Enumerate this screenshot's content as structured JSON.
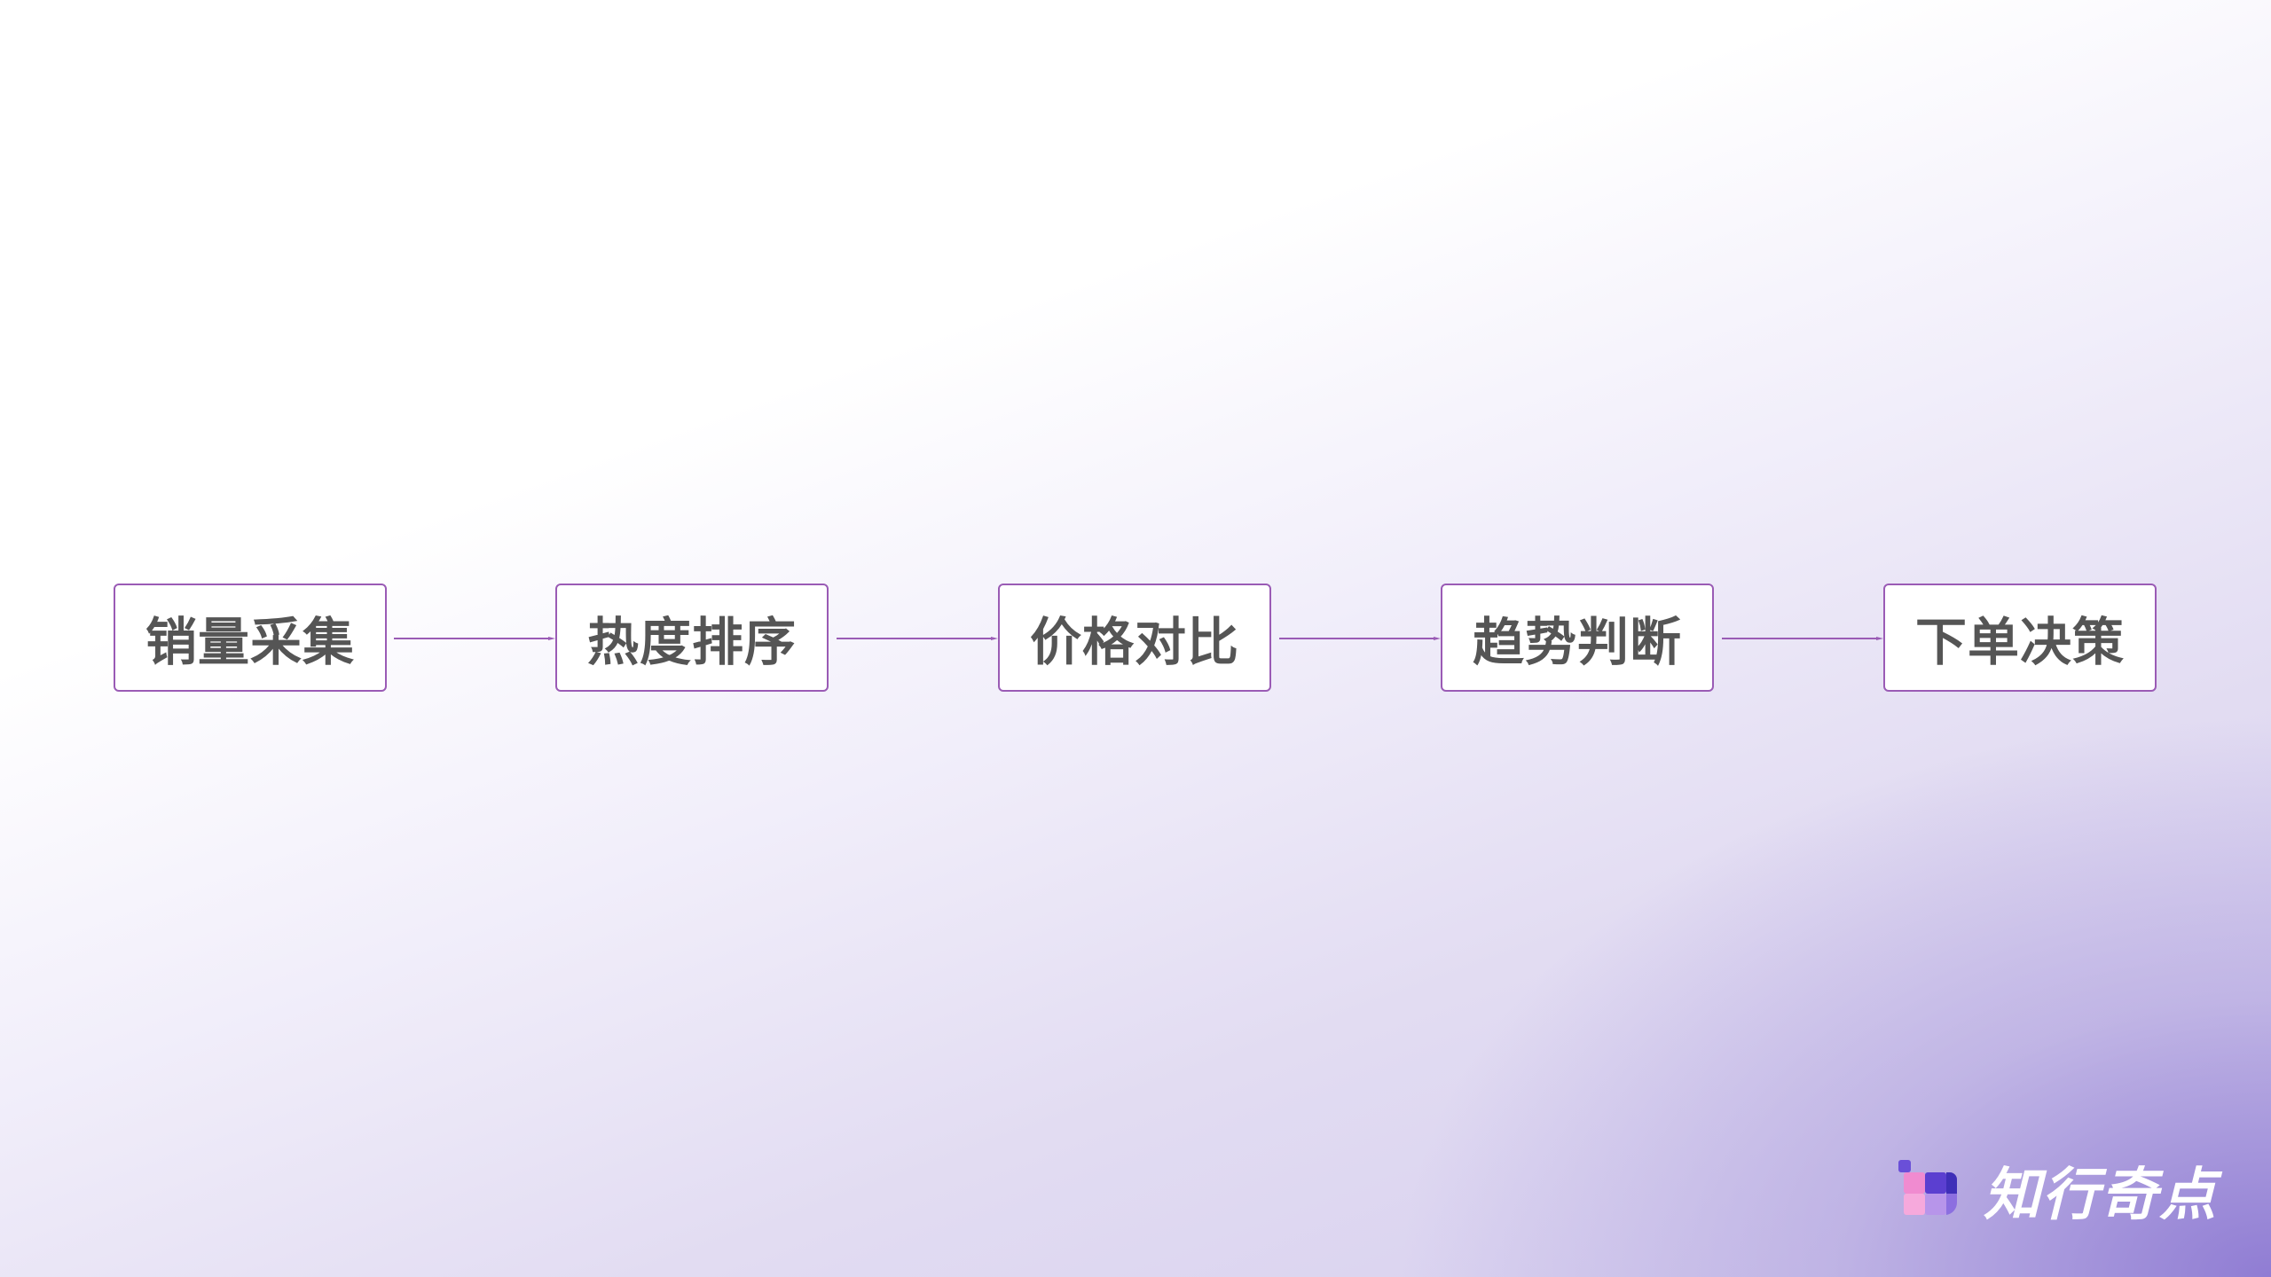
{
  "flow": {
    "steps": [
      {
        "label": "销量采集"
      },
      {
        "label": "热度排序"
      },
      {
        "label": "价格对比"
      },
      {
        "label": "趋势判断"
      },
      {
        "label": "下单决策"
      }
    ]
  },
  "brand": {
    "name": "知行奇点",
    "icon": "brand-logo-icon"
  },
  "colors": {
    "box_border": "#9a5bb5",
    "arrow": "#9a5bb5",
    "label_text": "#555555",
    "brand_text": "#ffffff"
  }
}
